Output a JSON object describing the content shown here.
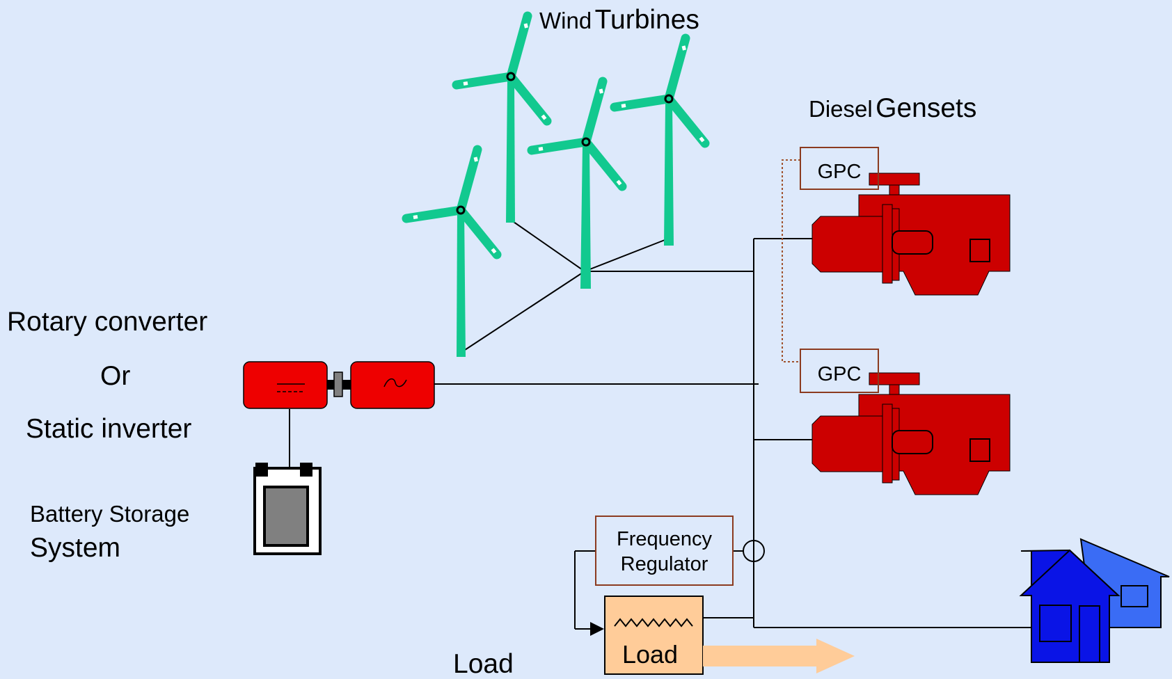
{
  "labels": {
    "wind_small": "Wind",
    "wind_big": "Turbines",
    "diesel_small": "Diesel",
    "diesel_big": "Gensets",
    "rotary": "Rotary converter",
    "or": "Or",
    "static": "Static inverter",
    "battery_small": "Battery Storage",
    "battery_big": "System",
    "load_caption": "Load"
  },
  "boxes": {
    "gpc_top": "GPC",
    "gpc_bottom": "GPC",
    "freq_line1": "Frequency",
    "freq_line2": "Regulator",
    "load_box": "Load"
  },
  "colors": {
    "background": "#dde9fb",
    "turbine": "#12c98f",
    "machine_red": "#cc0000",
    "converter_red": "#ee0000",
    "box_border": "#8b3a1f",
    "gpc_link": "#a0522d",
    "load_fill": "#ffcc99",
    "load_arrow": "#ffcc99",
    "house_front": "#0a14e6",
    "house_back": "#3a6cf5",
    "battery_cell": "#808080"
  }
}
